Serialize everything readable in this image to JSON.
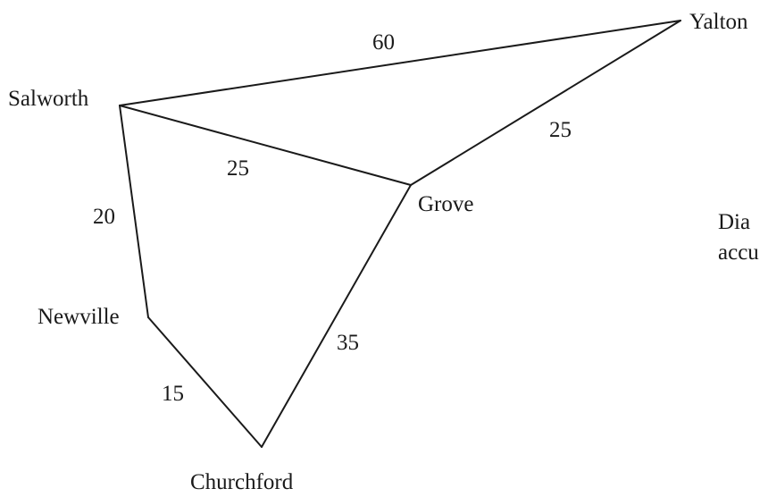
{
  "nodes": {
    "yalton": "Yalton",
    "salworth": "Salworth",
    "grove": "Grove",
    "newville": "Newville",
    "churchford": "Churchford"
  },
  "edges": {
    "salworth_yalton": "60",
    "grove_yalton": "25",
    "salworth_grove": "25",
    "salworth_newville": "20",
    "grove_churchford": "35",
    "newville_churchford": "15"
  },
  "note": {
    "line1": "Dia",
    "line2": "accu"
  }
}
